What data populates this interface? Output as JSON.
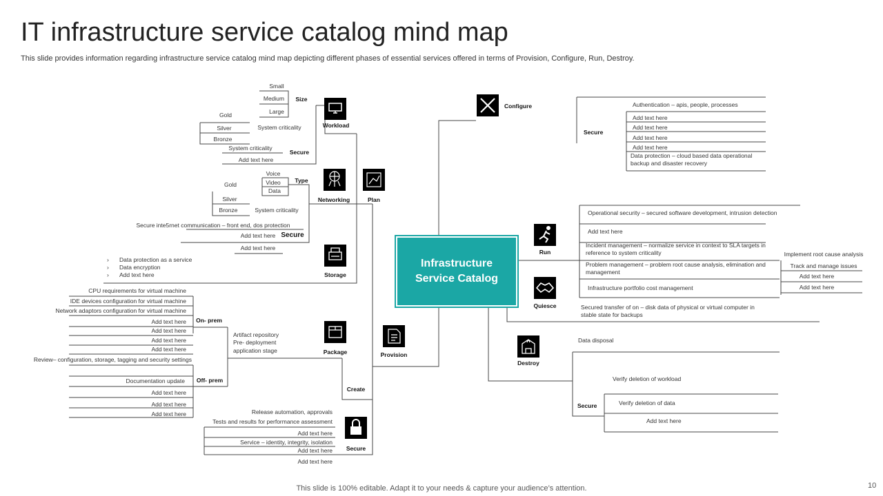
{
  "title": "IT infrastructure service catalog mind map",
  "subtitle": "This slide provides information regarding infrastructure service catalog mind map depicting different phases of essential services offered in terms of Provision, Configure, Run, Destroy.",
  "center": {
    "label": "Infrastructure Service Catalog"
  },
  "icons": {
    "workload": "monitor-icon",
    "networking": "network-globe-icon",
    "plan": "blueprint-icon",
    "storage": "printer-storage-icon",
    "package": "package-box-icon",
    "provision": "document-icon",
    "secure": "padlock-icon",
    "configure": "wrench-screwdriver-icon",
    "run": "running-person-icon",
    "quiesce": "handshake-icon",
    "destroy": "burning-building-icon"
  },
  "colors": {
    "center_fill": "#1ba7a5",
    "icon_fill": "#000000",
    "line": "#444444"
  },
  "provision": {
    "label": "Provision",
    "plan": {
      "label": "Plan",
      "workload": {
        "label": "Workload",
        "size": {
          "label": "Size",
          "items": [
            "Small",
            "Medium",
            "Large"
          ]
        },
        "secure": {
          "label": "Secure",
          "tiers": [
            "Gold",
            "Silver",
            "Bronze"
          ],
          "tier_caption": "System criticality",
          "criticality": "System criticality",
          "add": "Add text here"
        }
      },
      "networking": {
        "label": "Networking",
        "type": {
          "label": "Type",
          "items": [
            "Voice",
            "Video",
            "Data"
          ]
        },
        "secure": {
          "label": "Secure",
          "tiers": [
            "Gold",
            "Silver",
            "Bronze"
          ],
          "tier_caption": "System criticality",
          "internet": "Secure inte5rnet communication – front end, dos protection",
          "add1": "Add text here",
          "add2": "Add text here"
        }
      },
      "storage": {
        "label": "Storage",
        "bullets": [
          "Data protection as a service",
          "Data encryption",
          "Add text here"
        ]
      }
    },
    "create": {
      "label": "Create",
      "package": {
        "label": "Package",
        "on_prem": {
          "label": "On- prem",
          "items": [
            "CPU requirements  for virtual machine",
            "IDE devices configuration for virtual machine",
            "Network adaptors configuration for virtual machine",
            "Add text here",
            "Add text here",
            "Add text here",
            "Add text here"
          ]
        },
        "off_prem": {
          "label": "Off- prem",
          "items": [
            "Review– configuration, storage, tagging and  security settings",
            "Documentation update",
            "Add text here",
            "Add text here",
            "Add text here"
          ]
        },
        "artifact": [
          "Artifact repository",
          "Pre- deployment",
          "application stage"
        ]
      },
      "secure": {
        "label": "Secure",
        "items": [
          "Release automation, approvals",
          "Tests and  results for performance assessment",
          "Add text here",
          "Service – identity, integrity, isolation",
          "Add text here",
          "Add text here"
        ]
      }
    }
  },
  "configure": {
    "label": "Configure",
    "secure": {
      "label": "Secure",
      "items": [
        "Authentication – apis, people, processes",
        "Add text here",
        "Add text here",
        "Add text here",
        "Add text here",
        "Data protection – cloud based data operational backup and disaster recovery"
      ]
    }
  },
  "run": {
    "label": "Run",
    "items": [
      "Operational  security – secured software development, intrusion detection",
      "Add text here",
      "Incident management – normalize service in context to SLA targets in reference to system criticality",
      "Problem management – problem root cause analysis, elimination and management",
      "Infrastructure portfolio cost management"
    ],
    "problem_sub": [
      "Implement root cause analysis",
      "Track and manage issues",
      "Add text here",
      "Add text here"
    ]
  },
  "quiesce": {
    "label": "Quiesce",
    "text": "Secured transfer of on – disk data of physical or virtual computer in stable state for backups"
  },
  "destroy": {
    "label": "Destroy",
    "disposal": "Data disposal",
    "secure": {
      "label": "Secure",
      "workload": "Verify deletion of workload",
      "items": [
        "Verify deletion of data",
        "Add text here"
      ]
    }
  },
  "footer": "This slide is 100% editable. Adapt it to your needs & capture your audience’s attention.",
  "page_number": "10"
}
